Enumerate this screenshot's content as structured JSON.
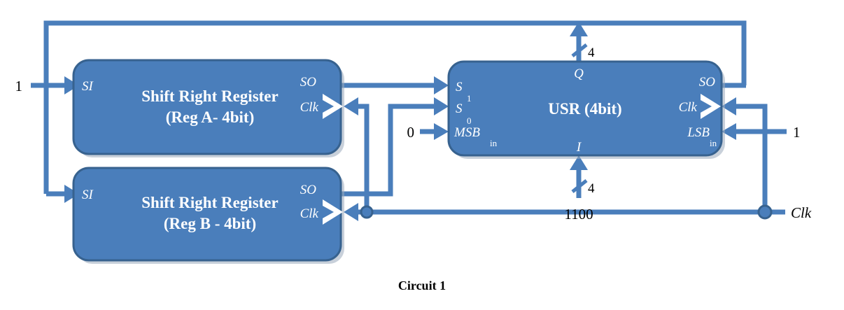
{
  "figure": {
    "caption": "Circuit 1",
    "colors": {
      "block_fill": "#4a7ebb",
      "block_stroke": "#37628f",
      "wire": "#4a7ebb",
      "label_text": "#ffffff",
      "external_text": "#000000",
      "background": "#ffffff"
    }
  },
  "blocks": {
    "reg_a": {
      "title_line1": "Shift Right Register",
      "title_line2": "(Reg A- 4bit)",
      "ports": {
        "si": "SI",
        "so": "SO",
        "clk": "Clk"
      }
    },
    "reg_b": {
      "title_line1": "Shift Right Register",
      "title_line2": "(Reg B - 4bit)",
      "ports": {
        "si": "SI",
        "so": "SO",
        "clk": "Clk"
      }
    },
    "usr": {
      "title": "USR (4bit)",
      "ports": {
        "s1": "S",
        "s1_sub": "1",
        "s0": "S",
        "s0_sub": "0",
        "msb_in": "MSB",
        "msb_in_sub": "in",
        "lsb_in": "LSB",
        "lsb_in_sub": "in",
        "so": "SO",
        "clk": "Clk",
        "q": "Q",
        "i": "I"
      }
    }
  },
  "signals": {
    "reg_a_si_input": "1",
    "usr_msb_in_value": "0",
    "usr_lsb_in_value": "1",
    "usr_i_value": "1100",
    "clock_label": "Clk",
    "q_bus_width": "4",
    "i_bus_width": "4"
  }
}
